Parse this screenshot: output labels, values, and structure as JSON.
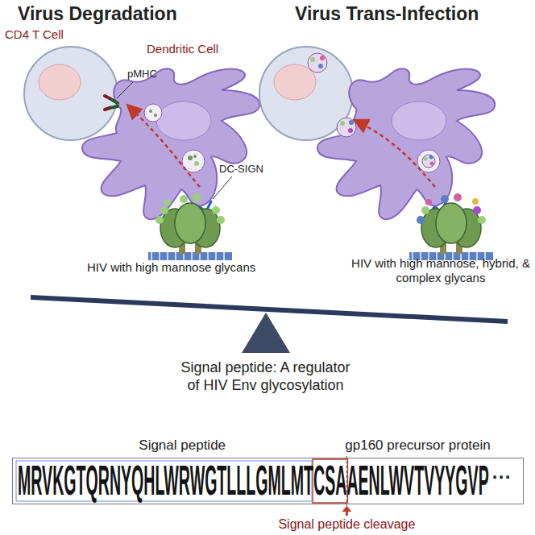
{
  "diagram": {
    "nodes": [
      {
        "text": [
          "MRVKGTQRNYQHLWRWGTLLLGMLMTCSAAENLWVTVYYGVP"
        ]
      }
    ],
    "labels": [
      "Virus Degradation",
      "Virus Trans-Infection",
      "CD4 T Cell",
      "Dendritic Cell",
      "pMHC",
      "DC-SIGN",
      "HIV with high mannose glycans",
      "HIV with high mannose, hybrid, & complex glycans",
      "Signal peptide: A regulator of HIV Env glycosylation",
      "Signal peptide",
      "gp160 precursor protein",
      "Signal peptide cleavage",
      "···"
    ]
  }
}
